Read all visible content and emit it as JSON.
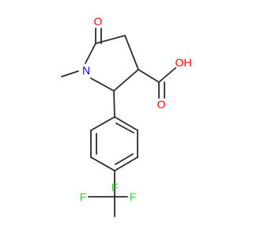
{
  "molecule": {
    "atom_labels": {
      "carbonyl_oxygen": "O",
      "nitrogen": "N",
      "hydroxyl": "OH",
      "acid_oxygen": "O",
      "fluorine_left": "F",
      "fluorine_top": "F",
      "fluorine_right": "F"
    },
    "colors": {
      "bond": "#2b2b2b",
      "oxygen": "#ff0000",
      "nitrogen": "#0000ff",
      "fluorine": "#33cc33",
      "background": "#ffffff"
    }
  }
}
